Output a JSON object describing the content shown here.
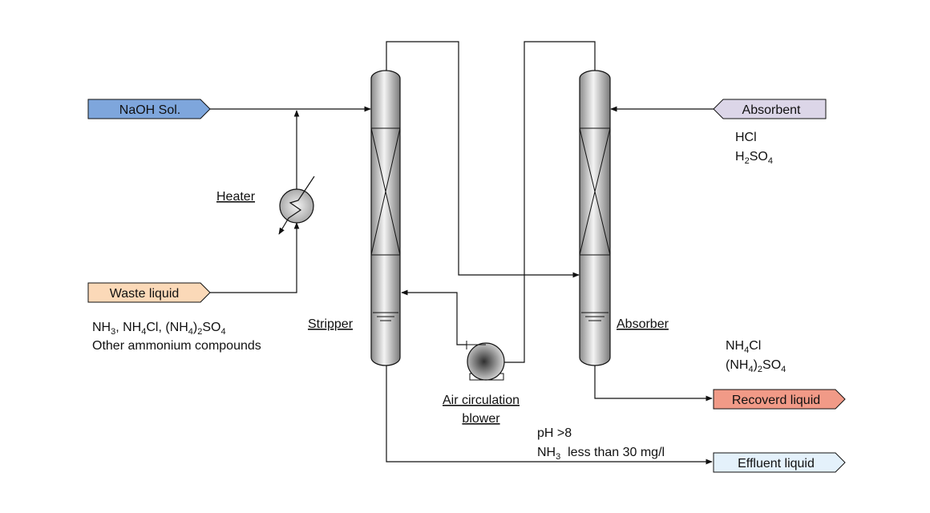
{
  "streams": {
    "naoh": {
      "label": "NaOH Sol.",
      "color": "#7ea6dc"
    },
    "waste": {
      "label": "Waste liquid",
      "color": "#fbd9b8"
    },
    "absorbent": {
      "label": "Absorbent",
      "color": "#dcd6e8"
    },
    "recovered": {
      "label": "Recoverd liquid",
      "color": "#f19a87"
    },
    "effluent": {
      "label": "Effluent liquid",
      "color": "#e4f1fb"
    }
  },
  "equipment": {
    "heater": "Heater",
    "stripper": "Stripper",
    "absorber": "Absorber",
    "blower_line1": "Air circulation",
    "blower_line2": "blower"
  },
  "notes": {
    "waste": {
      "nh3": "NH",
      "nh3_sub": "3",
      "sep1": ", ",
      "nh4cl": "NH",
      "nh4cl_sub": "4",
      "nh4cl_tail": "Cl, ",
      "nh4so4_open": "(NH",
      "nh4so4_sub1": "4",
      "nh4so4_mid": ")",
      "nh4so4_sub2": "2",
      "nh4so4_tail": "SO",
      "nh4so4_sub3": "4",
      "line2": "Other ammonium compounds"
    },
    "absorbent": {
      "hcl": "HCl",
      "h2so4_h": "H",
      "h2so4_sub1": "2",
      "h2so4_so": "SO",
      "h2so4_sub2": "4"
    },
    "recovered": {
      "nh4cl_a": "NH",
      "nh4cl_sub": "4",
      "nh4cl_b": "Cl",
      "s_open": "(NH",
      "s_sub1": "4",
      "s_mid": ")",
      "s_sub2": "2",
      "s_tail": "SO",
      "s_sub3": "4"
    },
    "effluent": {
      "ph": "pH >8",
      "nh3_a": "NH",
      "nh3_sub": "3",
      "nh3_b": "  less than 30 mg/l"
    }
  }
}
